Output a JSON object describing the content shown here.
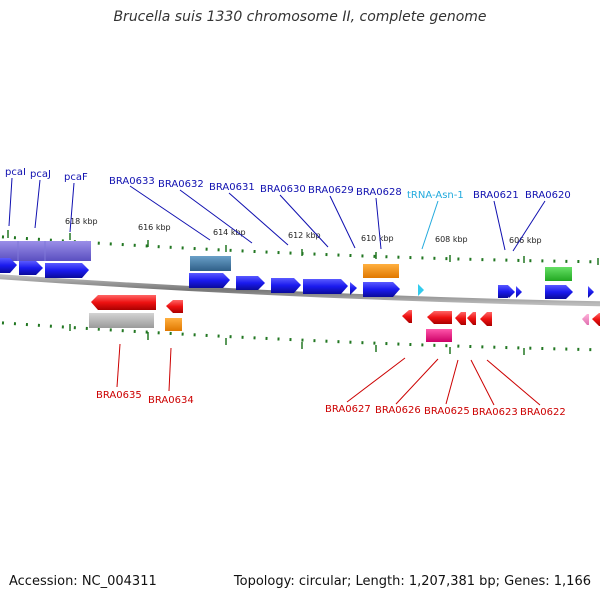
{
  "title": "Brucella suis 1330 chromosome II, complete genome",
  "accession": "Accession: NC_004311",
  "summary": "Topology: circular; Length: 1,207,381 bp; Genes: 1,166",
  "scale_labels": [
    "618 kbp",
    "616 kbp",
    "614 kbp",
    "612 kbp",
    "610 kbp",
    "608 kbp",
    "606 kbp"
  ],
  "top_gene_labels": [
    "pcaI",
    "pcaJ",
    "pcaF",
    "BRA0633",
    "BRA0632",
    "BRA0631",
    "BRA0630",
    "BRA0629",
    "BRA0628",
    "tRNA-Asn-1",
    "BRA0621",
    "BRA0620"
  ],
  "bottom_gene_labels": [
    "BRA0635",
    "BRA0634",
    "BRA0627",
    "BRA0626",
    "BRA0625",
    "BRA0623",
    "BRA0622"
  ],
  "colors": {
    "forward_gene": "#1a1aee",
    "reverse_gene": "#ee1111",
    "trna": "#33ccee",
    "label_blue": "#1010b0",
    "label_red": "#cc0000",
    "label_trna": "#22aadd",
    "tick": "#227722",
    "backbone": "#888888"
  }
}
